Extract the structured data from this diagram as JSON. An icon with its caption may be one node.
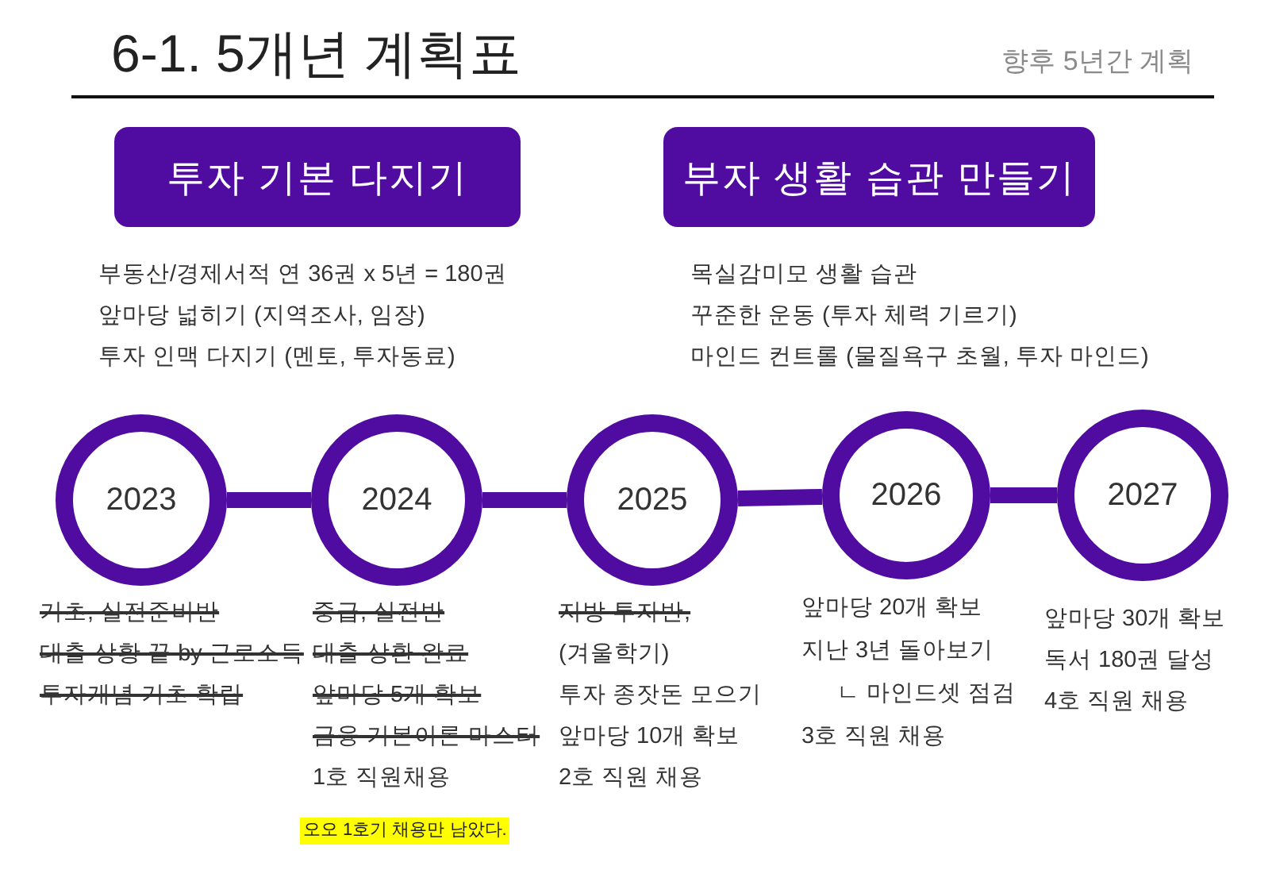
{
  "diagram": {
    "title": "6-1. 5개년 계획표",
    "nodes": [
      {
        "text": [
          "투자 기본 다지기"
        ],
        "beside": [
          "부동산/경제서적 연 36권 x 5년 = 180권",
          "앞마당 넓히기 (지역조사, 임장)",
          "투자 인맥 다지기 (멘토, 투자동료)"
        ]
      },
      {
        "text": [
          "부자 생활 습관 만들기"
        ],
        "beside": [
          "목실감미모 생활 습관",
          "꾸준한 운동 (투자 체력 기르기)",
          "마인드 컨트롤 (물질욕구 초월, 투자 마인드)"
        ]
      },
      {
        "text": [
          "2023"
        ],
        "beside": [
          "기초, 실전준비반",
          "대출 상황 끝 by 근로소득",
          "투자개념 기초 확립"
        ]
      },
      {
        "text": [
          "2024"
        ],
        "beside": [
          "중급, 실전반",
          "대출 상환 완료",
          "앞마당 5개 확보",
          "금융 기본이론 마스터",
          "1호 직원채용"
        ]
      },
      {
        "text": [
          "2025"
        ],
        "beside": [
          "지방 투자반,",
          "(겨울학기)",
          "투자 종잣돈 모으기",
          "앞마당 10개 확보",
          "2호 직원 채용"
        ]
      },
      {
        "text": [
          "2026"
        ],
        "beside": [
          "앞마당 20개 확보",
          "지난 3년 돌아보기",
          "ㄴ 마인드셋 점검",
          "3호 직원 채용"
        ]
      },
      {
        "text": [
          "2027"
        ],
        "beside": [
          "앞마당 30개 확보",
          "독서 180권 달성",
          "4호 직원 채용"
        ]
      }
    ],
    "edges": [
      {
        "from": 2,
        "to": 3,
        "arrow": "none"
      },
      {
        "from": 3,
        "to": 4,
        "arrow": "none"
      },
      {
        "from": 4,
        "to": 5,
        "arrow": "none"
      },
      {
        "from": 5,
        "to": 6,
        "arrow": "none"
      }
    ],
    "labels": [
      "향후 5년간 계획",
      "오오 1호기 채용만 남았다."
    ]
  }
}
